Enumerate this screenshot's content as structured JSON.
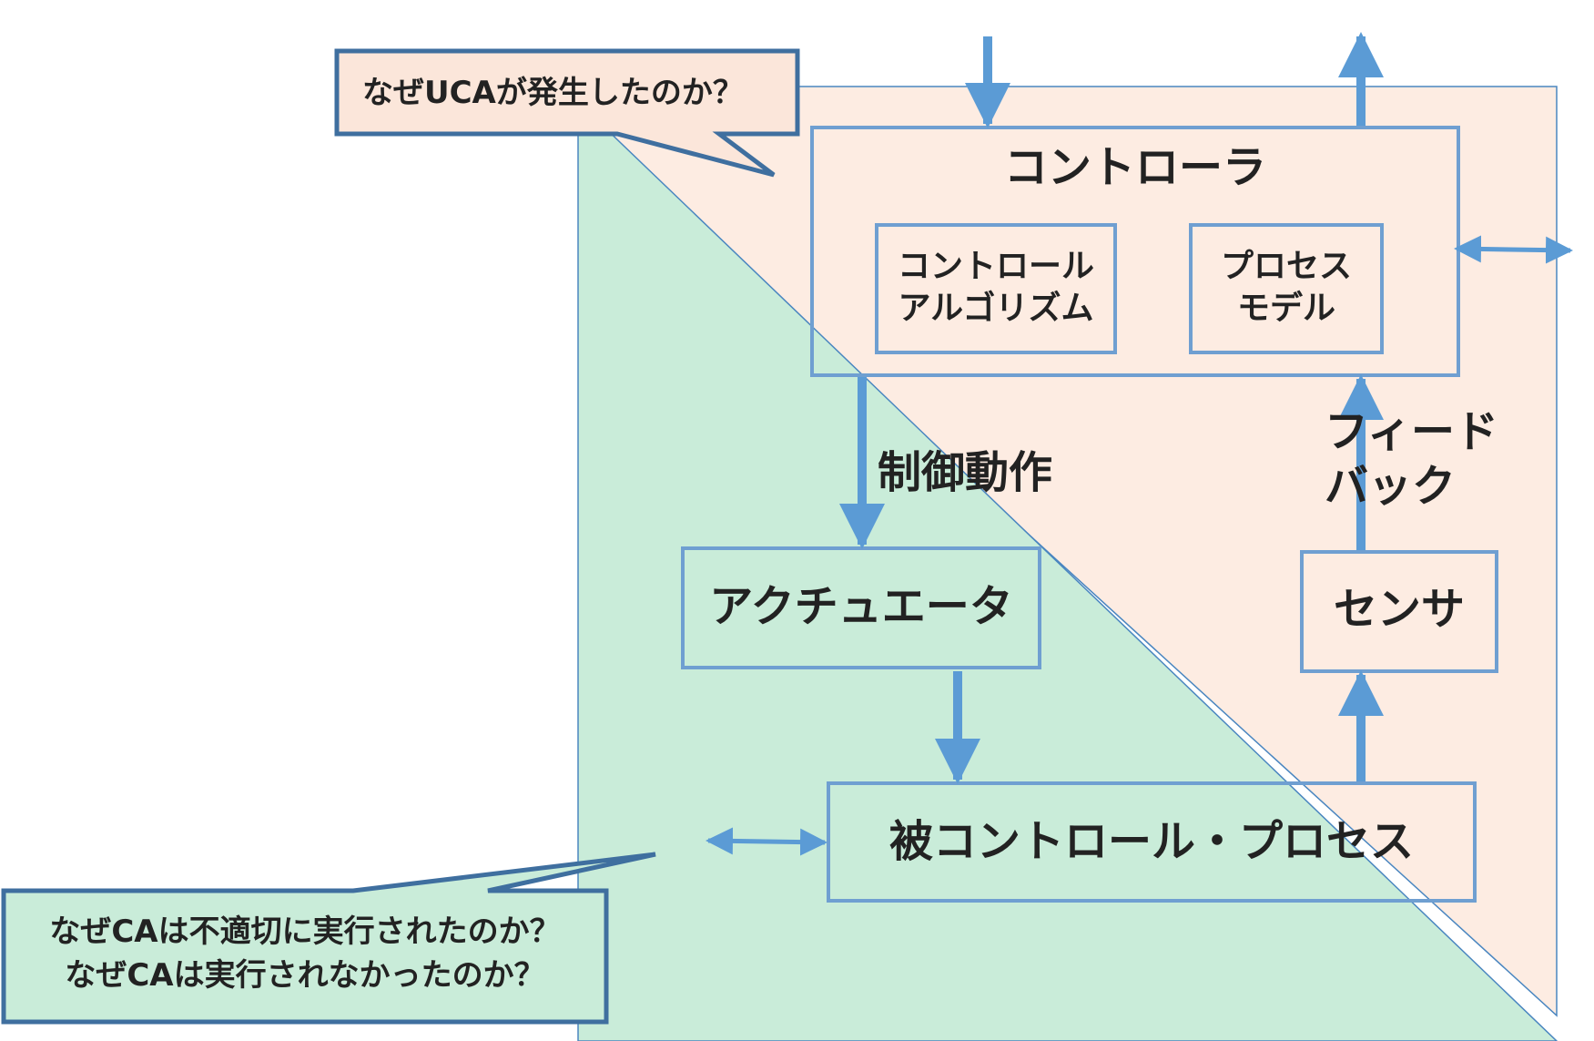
{
  "diagram": {
    "colors": {
      "peach_fill": "#fdece2",
      "green_fill": "#c9ecd9",
      "box_stroke": "#6f9fd1",
      "arrow": "#5b9bd5",
      "callout_stroke": "#3f6f9f",
      "text": "#222222"
    },
    "controller": {
      "title": "コントローラ",
      "control_algorithm": [
        "コントロール",
        "アルゴリズム"
      ],
      "process_model": [
        "プロセス",
        "モデル"
      ]
    },
    "control_action_label": "制御動作",
    "feedback_label": [
      "フィード",
      "バック"
    ],
    "actuator": "アクチュエータ",
    "sensor": "センサ",
    "controlled_process": "被コントロール・プロセス",
    "callout_top": "なぜUCAが発生したのか？",
    "callout_bottom": [
      "なぜCAは不適切に実行されたのか？",
      "なぜCAは実行されなかったのか？"
    ]
  }
}
